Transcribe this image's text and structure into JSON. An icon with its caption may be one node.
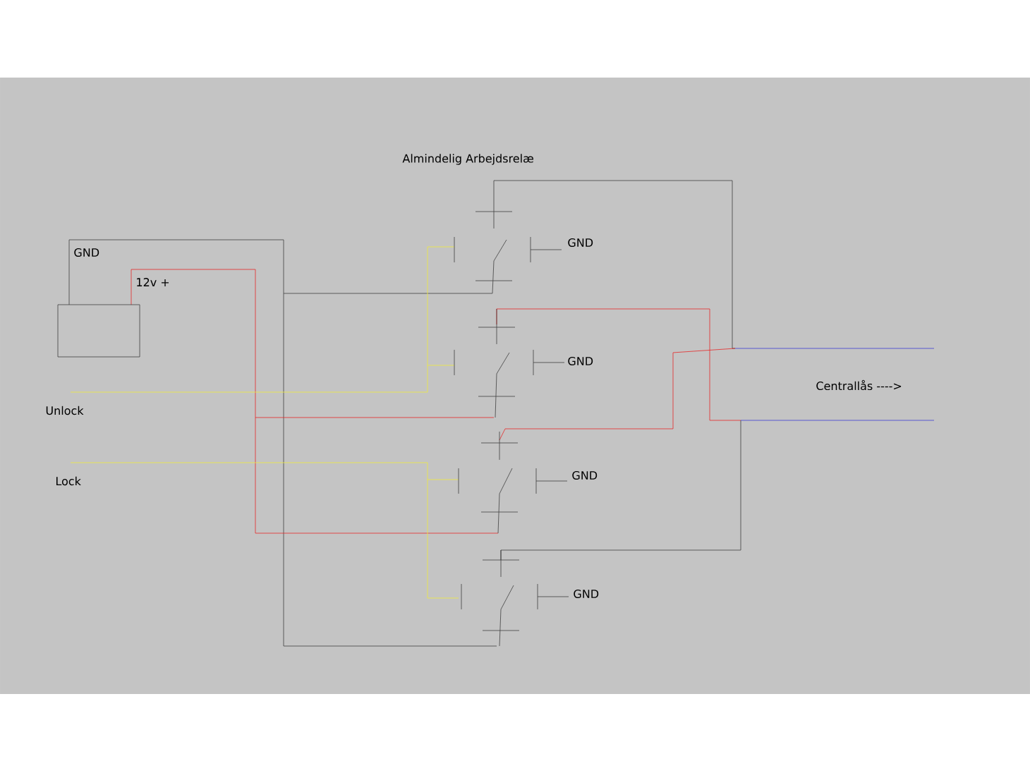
{
  "diagram": {
    "nodes": [
      {
        "text": [],
        "shape": "box"
      }
    ],
    "labels": [
      "Almindelig Arbejdsrelæ",
      "GND",
      "12v +",
      "Unlock",
      "Lock",
      "GND",
      "GND",
      "GND",
      "GND",
      "Centrallås ---->"
    ]
  }
}
